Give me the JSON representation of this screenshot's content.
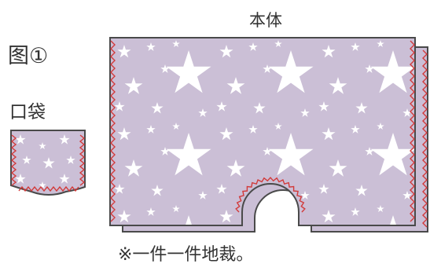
{
  "labels": {
    "figure": "图①",
    "pocket": "口袋",
    "body": "本体",
    "note": "※一件一件地裁。"
  },
  "colors": {
    "fabric": "#cbbfd6",
    "star": "#ffffff",
    "outline": "#4a4a4a",
    "stitch": "#d23a3a",
    "text": "#333333"
  }
}
